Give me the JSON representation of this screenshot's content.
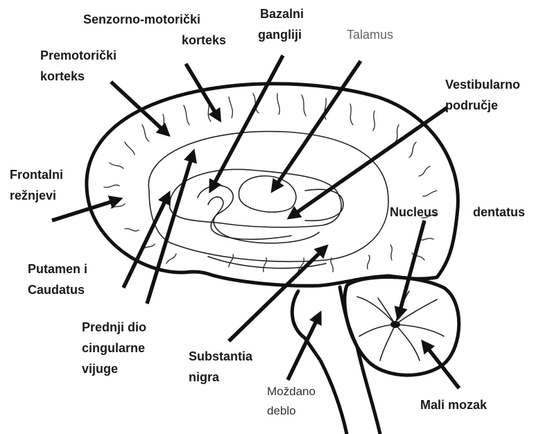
{
  "labels": {
    "senzorno_l1": "Senzorno-motorički",
    "senzorno_l2": "korteks",
    "bazalni_l1": "Bazalni",
    "bazalni_l2": "gangliji",
    "talamus": "Talamus",
    "premotor_l1": "Premotorički",
    "premotor_l2": "korteks",
    "vestib_l1": "Vestibularno",
    "vestib_l2": "područje",
    "frontal_l1": "Frontalni",
    "frontal_l2": "režnjevi",
    "nucleus": "Nucleus",
    "dentatus": "dentatus",
    "putamen_l1": "Putamen i",
    "putamen_l2": "Caudatus",
    "prednji_l1": "Prednji dio",
    "prednji_l2": "cingularne",
    "prednji_l3": "vijuge",
    "substantia_l1": "Substantia",
    "substantia_l2": "nigra",
    "mozdano_l1": "Moždano",
    "mozdano_l2": "deblo",
    "mali_mozak": "Mali mozak"
  },
  "colors": {
    "ink": "#111111",
    "muted_label": "#666666",
    "background": "#ffffff"
  }
}
